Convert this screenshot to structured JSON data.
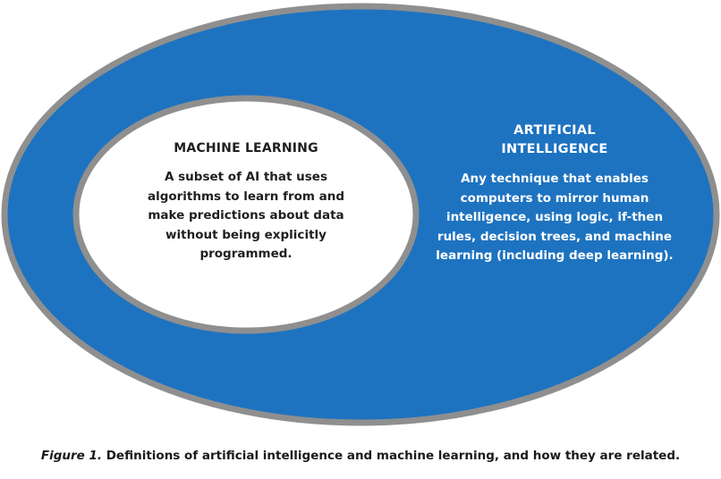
{
  "colors": {
    "outer_fill": "#1e73c0",
    "outer_border": "#8f8f8f",
    "inner_fill": "#ffffff",
    "inner_border": "#8f8f8f",
    "ml_text": "#1f1f1f",
    "ai_text": "#ffffff"
  },
  "machine_learning": {
    "title": "MACHINE LEARNING",
    "description": "A subset of AI that uses algorithms to learn from and make predictions about data without being explicitly programmed."
  },
  "artificial_intelligence": {
    "title": "ARTIFICIAL INTELLIGENCE",
    "description": "Any technique that enables computers to mirror human intelligence, using logic, if-then rules, decision trees, and machine learning (including deep learning)."
  },
  "caption": {
    "label": "Figure 1.",
    "text": " Definitions of artificial intelligence and machine learning, and how they are related."
  }
}
